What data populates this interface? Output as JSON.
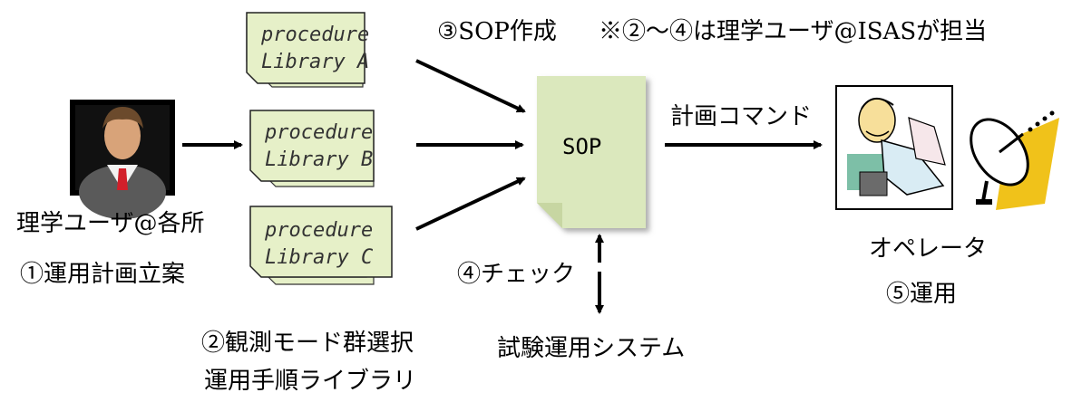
{
  "user": {
    "label": "理学ユーザ@各所",
    "step": "①運用計画立案"
  },
  "libraries": [
    {
      "line1": "procedure",
      "line2": "Library A"
    },
    {
      "line1": "procedure",
      "line2": "Library B"
    },
    {
      "line1": "procedure",
      "line2": "Library C"
    }
  ],
  "library_caption": {
    "line1": "②観測モード群選択",
    "line2": "運用手順ライブラリ"
  },
  "sop": {
    "create_label": "③SOP作成",
    "note": "※②～④は理学ユーザ@ISASが担当",
    "box_label": "SOP",
    "check_label": "④チェック",
    "test_system": "試験運用システム"
  },
  "command_label": "計画コマンド",
  "operator": {
    "label": "オペレータ",
    "step": "⑤運用"
  },
  "colors": {
    "doc_fill": "#e6f0c8",
    "page_fill": "#dbe8bd",
    "arrow": "#000000"
  }
}
